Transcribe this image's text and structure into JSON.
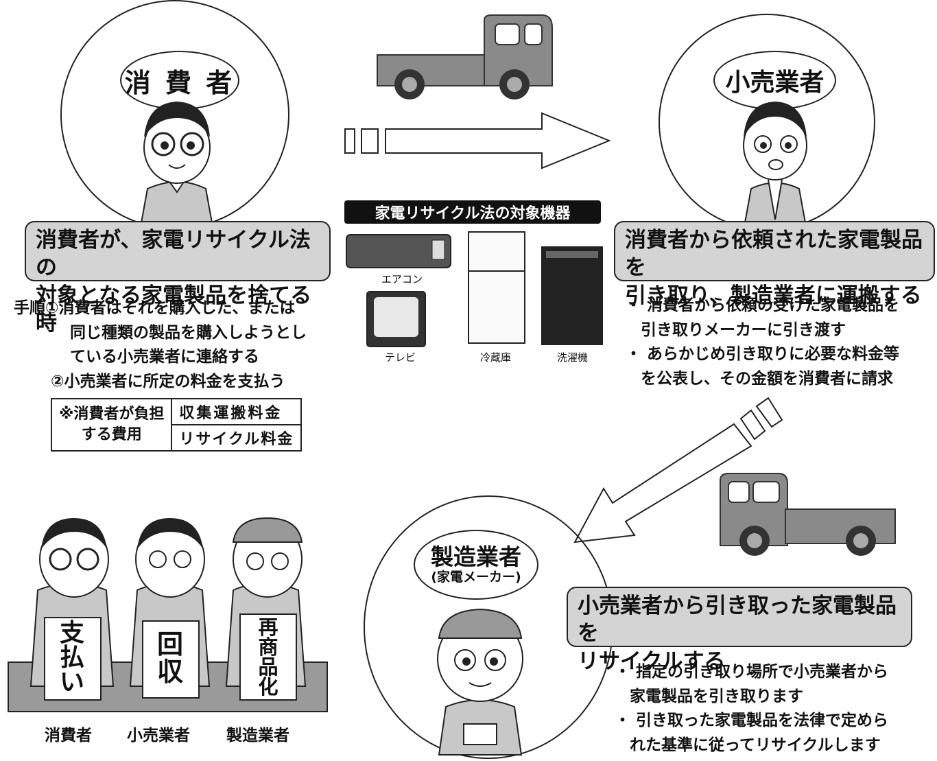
{
  "consumer": {
    "bubble": "消 費 者",
    "caption_line1": "消費者が、家電リサイクル法の",
    "caption_line2": "対象となる家電製品を捨てる時",
    "steps_line1": "手順①消費者はそれを購入した、または",
    "steps_line2": "同じ種類の製品を購入しようとし",
    "steps_line3": "ている小売業者に連絡する",
    "steps_line4": "②小売業者に所定の料金を支払う",
    "cost_label_line1": "※消費者が負担",
    "cost_label_line2": "する費用",
    "cost_item1": "収集運搬料金",
    "cost_item2": "リサイクル料金"
  },
  "retailer": {
    "bubble": "小売業者",
    "caption_line1": "消費者から依頼された家電製品を",
    "caption_line2": "引き取り、製造業者に運搬する",
    "bullet1_line1": "消費者から依頼の受けた家電製品を",
    "bullet1_line2": "引き取りメーカーに引き渡す",
    "bullet2_line1": "あらかじめ引き取りに必要な料金等",
    "bullet2_line2": "を公表し、その金額を消費者に請求"
  },
  "manufacturer": {
    "bubble": "製造業者",
    "bubble_sub": "(家電メーカー)",
    "caption_line1": "小売業者から引き取った家電製品を",
    "caption_line2": "リサイクルする",
    "bullet1_line1": "指定の引き取り場所で小売業者から",
    "bullet1_line2": "家電製品を引き取ります",
    "bullet2_line1": "引き取った家電製品を法律で定めら",
    "bullet2_line2": "れた基準に従ってリサイクルします"
  },
  "appliances": {
    "header": "家電リサイクル法の対象機器",
    "aircon": "エアコン",
    "tv": "テレビ",
    "fridge": "冷蔵庫",
    "washer": "洗濯機"
  },
  "group": {
    "sign1": "支払い",
    "sign2": "回収",
    "sign3": "再商品化",
    "label1": "消費者",
    "label2": "小売業者",
    "label3": "製造業者"
  },
  "colors": {
    "caption_fill": "#d4d4d4",
    "truck_fill": "#8a8a8a",
    "header_fill": "#111111",
    "line": "#222222"
  }
}
